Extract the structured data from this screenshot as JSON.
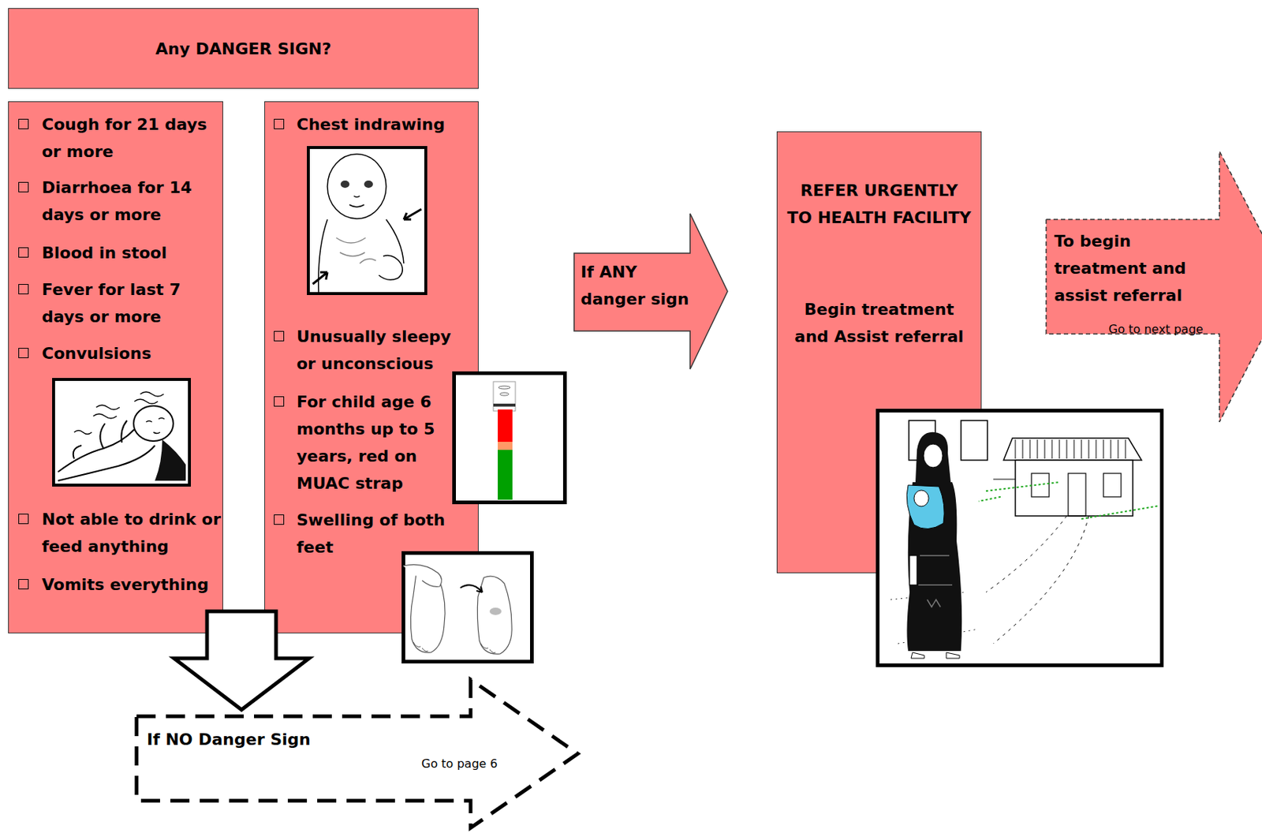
{
  "diagram": {
    "nodes": [
      {
        "text": [
          "Any DANGER SIGN?"
        ]
      },
      {
        "text": [
          "Cough for 21 days or more",
          "Diarrhoea for 14 days or more",
          "Blood in stool",
          "Fever for last 7 days or more",
          "Convulsions",
          "Not able to drink or feed anything",
          "Vomits everything"
        ]
      },
      {
        "text": [
          "Chest indrawing",
          "Unusually sleepy or unconscious",
          "For child age 6 months up to 5 years, red on MUAC strap",
          "Swelling of both feet"
        ]
      },
      {
        "text": [
          "If ANY danger sign"
        ]
      },
      {
        "text": [
          "REFER URGENTLY TO HEALTH FACILITY",
          "Begin treatment and Assist referral"
        ]
      },
      {
        "text": [
          "To begin treatment and assist referral",
          "Go to next page"
        ]
      },
      {
        "text": [
          "If NO Danger Sign",
          "Go to page 6"
        ]
      }
    ],
    "edges": [
      {
        "from": 1,
        "to": 6,
        "arrow": "to"
      }
    ]
  }
}
